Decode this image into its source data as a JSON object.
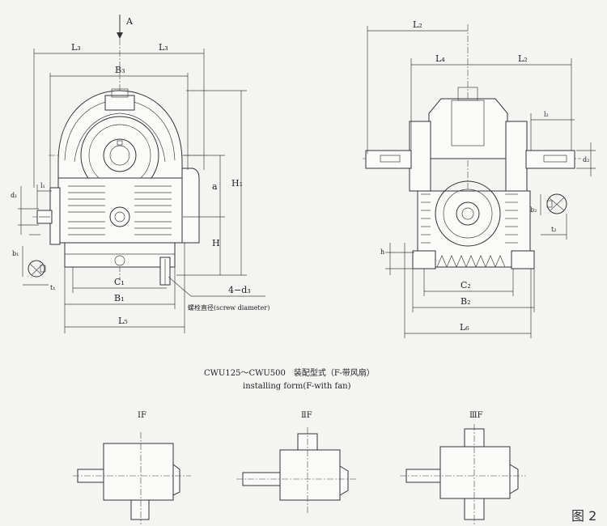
{
  "labels": {
    "A": "A",
    "L3a": "L₃",
    "L3b": "L₃",
    "B3": "B₃",
    "H1": "H₁",
    "a": "a",
    "H": "H",
    "d1": "d₁",
    "l1": "l₁",
    "b1": "b₁",
    "t1": "t₁",
    "C1": "C₁",
    "B1": "B₁",
    "L5": "L₅",
    "d3": "4−d₃",
    "screw": "螺栓直径(screw diameter)",
    "L2top": "L₂",
    "L4": "L₄",
    "L2r": "L₂",
    "l2a": "l₂",
    "d2": "d₂",
    "b2": "b₂",
    "t2": "t₂",
    "h": "h",
    "C2": "C₂",
    "B2": "B₂",
    "L6": "L₆"
  },
  "caption": {
    "line1": "CWU125～CWU500　装配型式（F-带风扇）",
    "line2": "installing form(F-with fan)"
  },
  "forms": [
    {
      "label": "ⅠF"
    },
    {
      "label": "ⅡF"
    },
    {
      "label": "ⅢF"
    }
  ],
  "figure_label": "图 2"
}
